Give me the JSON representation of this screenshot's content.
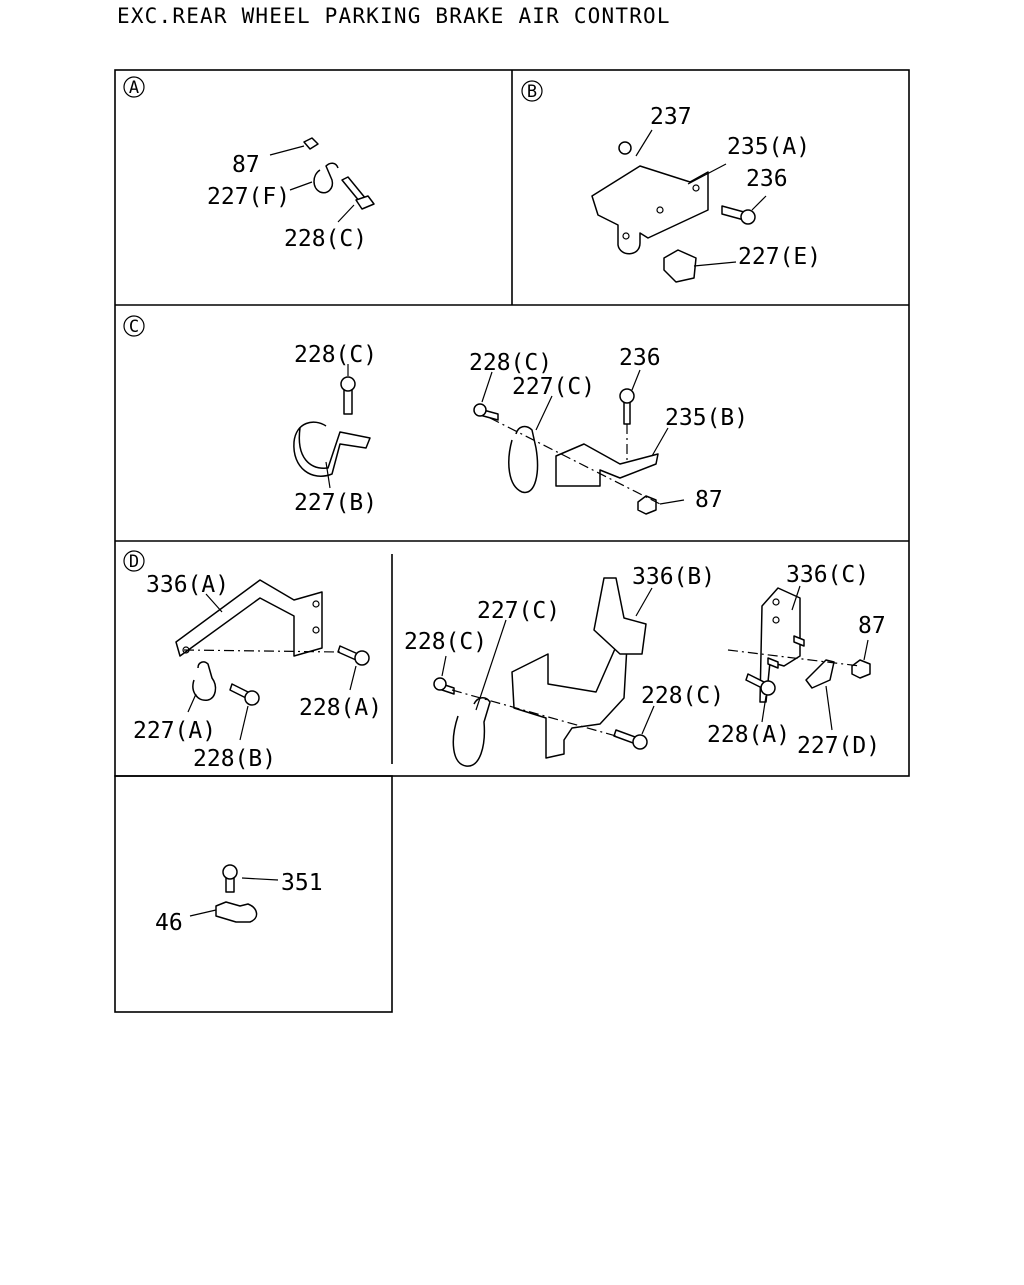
{
  "title": "EXC.REAR WHEEL PARKING BRAKE AIR CONTROL",
  "sections": {
    "a": "A",
    "b": "B",
    "c": "C",
    "d": "D"
  },
  "labels": {
    "a_87": "87",
    "a_227f": "227(F)",
    "a_228c": "228(C)",
    "b_237": "237",
    "b_235a": "235(A)",
    "b_236": "236",
    "b_227e": "227(E)",
    "c_228c_1": "228(C)",
    "c_227b": "227(B)",
    "c_228c_2": "228(C)",
    "c_227c": "227(C)",
    "c_236": "236",
    "c_235b": "235(B)",
    "c_87": "87",
    "d_336a": "336(A)",
    "d_227a": "227(A)",
    "d_228b": "228(B)",
    "d_228a_1": "228(A)",
    "d_227c": "227(C)",
    "d_228c_1": "228(C)",
    "d_336b": "336(B)",
    "d_228c_2": "228(C)",
    "d_336c": "336(C)",
    "d_87": "87",
    "d_228a_2": "228(A)",
    "d_227d": "227(D)",
    "e_351": "351",
    "e_46": "46"
  }
}
